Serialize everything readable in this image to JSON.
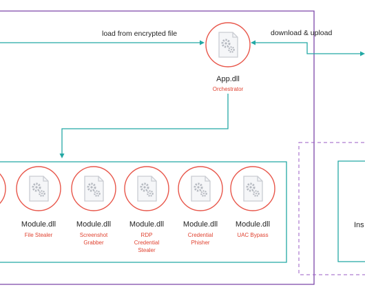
{
  "diagram": {
    "edge_labels": {
      "load": "load from encrypted file",
      "download_upload": "download & upload"
    },
    "orchestrator": {
      "name": "App.dll",
      "role": "Orchestrator",
      "icon": "gear-file-icon"
    },
    "modules": [
      {
        "name": "Module.dll",
        "role": [
          "File Stealer"
        ],
        "icon": "gear-file-icon"
      },
      {
        "name": "Module.dll",
        "role": [
          "Screenshot",
          "Grabber"
        ],
        "icon": "gear-file-icon"
      },
      {
        "name": "Module.dll",
        "role": [
          "RDP",
          "Credential",
          "Stealer"
        ],
        "icon": "gear-file-icon"
      },
      {
        "name": "Module.dll",
        "role": [
          "Credential",
          "Phisher"
        ],
        "icon": "gear-file-icon"
      },
      {
        "name": "Module.dll",
        "role": [
          "UAC Bypass"
        ],
        "icon": "gear-file-icon"
      }
    ],
    "right_box_partial_text": "Ins",
    "colors": {
      "circle": "#e8564a",
      "role_text": "#e0412f",
      "connector": "#22a8a4",
      "outer_border": "#7b45a8",
      "dashed_border": "#9a5bc6",
      "file_icon": "#c9ccd2"
    }
  }
}
